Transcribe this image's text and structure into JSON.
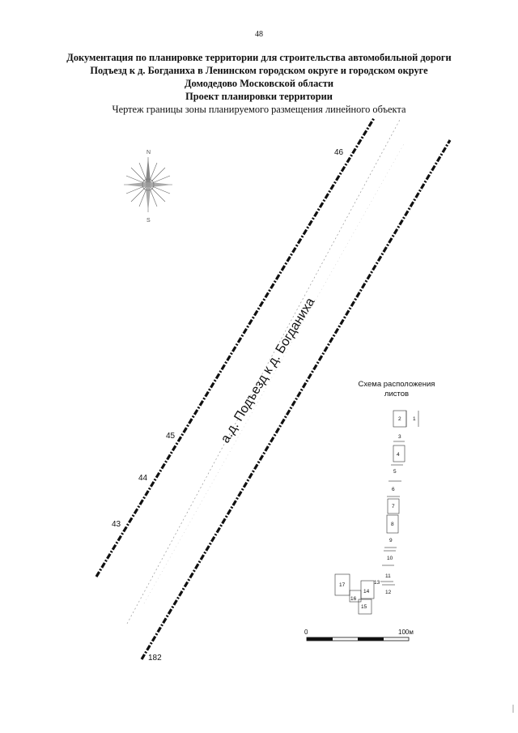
{
  "page_number": "48",
  "header": {
    "line1": "Документация по планировке территории для строительства автомобильной дороги",
    "line2": "Подъезд к д. Богданиха в Ленинском городском округе и городском округе",
    "line3": "Домодедово Московской области",
    "line4": "Проект планировки территории",
    "line5": "Чертеж границы зоны планируемого размещения линейного объекта"
  },
  "road_label": "а.д. Подъезд к д. Богданиха",
  "pickets": {
    "p46": "46",
    "p45": "45",
    "p44": "44",
    "p43": "43",
    "p182": "182"
  },
  "compass": {
    "north": "N",
    "south": "S"
  },
  "sheet_scheme": {
    "title_line1": "Схема расположения",
    "title_line2": "листов",
    "sheets": [
      "1",
      "2",
      "3",
      "4",
      "5",
      "6",
      "7",
      "8",
      "9",
      "10",
      "11",
      "12",
      "13",
      "14",
      "15",
      "16",
      "17"
    ]
  },
  "scale": {
    "start": "0",
    "end": "100м"
  }
}
